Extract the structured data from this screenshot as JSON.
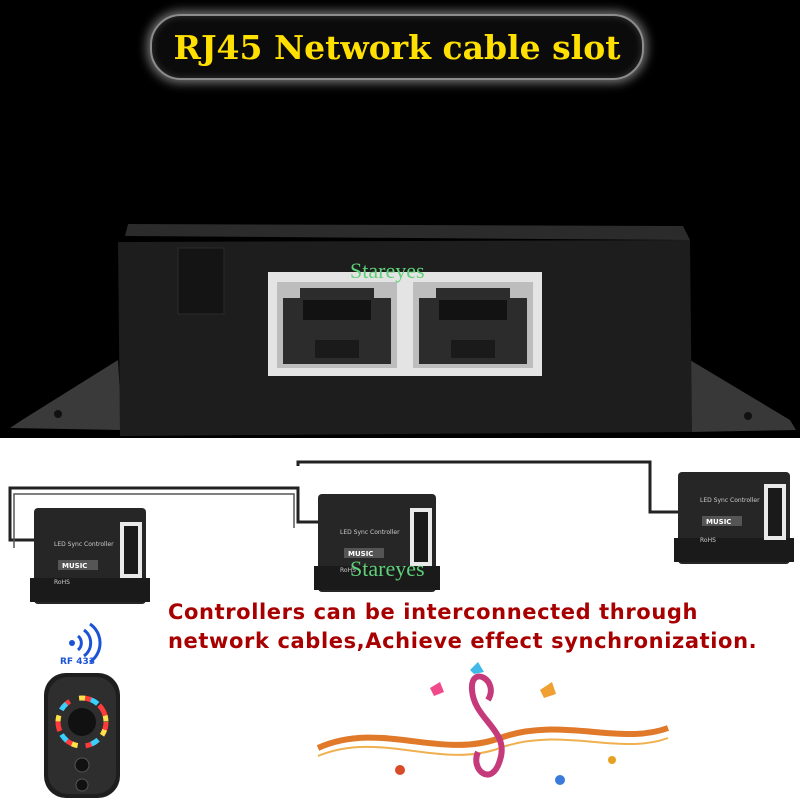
{
  "banner": {
    "title": "RJ45 Network cable slot"
  },
  "watermarks": [
    "Stareyes",
    "Stareyes"
  ],
  "caption": {
    "line1": "Controllers can be interconnected through",
    "line2": "network cables,Achieve effect synchronization."
  },
  "remote": {
    "label": "RF 433"
  },
  "controllers": [
    {
      "name": "LED Sync Controller",
      "badge": "MUSIC",
      "cert": "RoHS"
    },
    {
      "name": "LED Sync Controller",
      "badge": "MUSIC",
      "cert": "RoHS"
    },
    {
      "name": "LED Sync Controller",
      "badge": "MUSIC",
      "cert": "RoHS"
    }
  ],
  "colors": {
    "title": "#ffe000",
    "caption": "#a80000",
    "watermark": "#5fd07a",
    "rf_label": "#1b53d6"
  }
}
